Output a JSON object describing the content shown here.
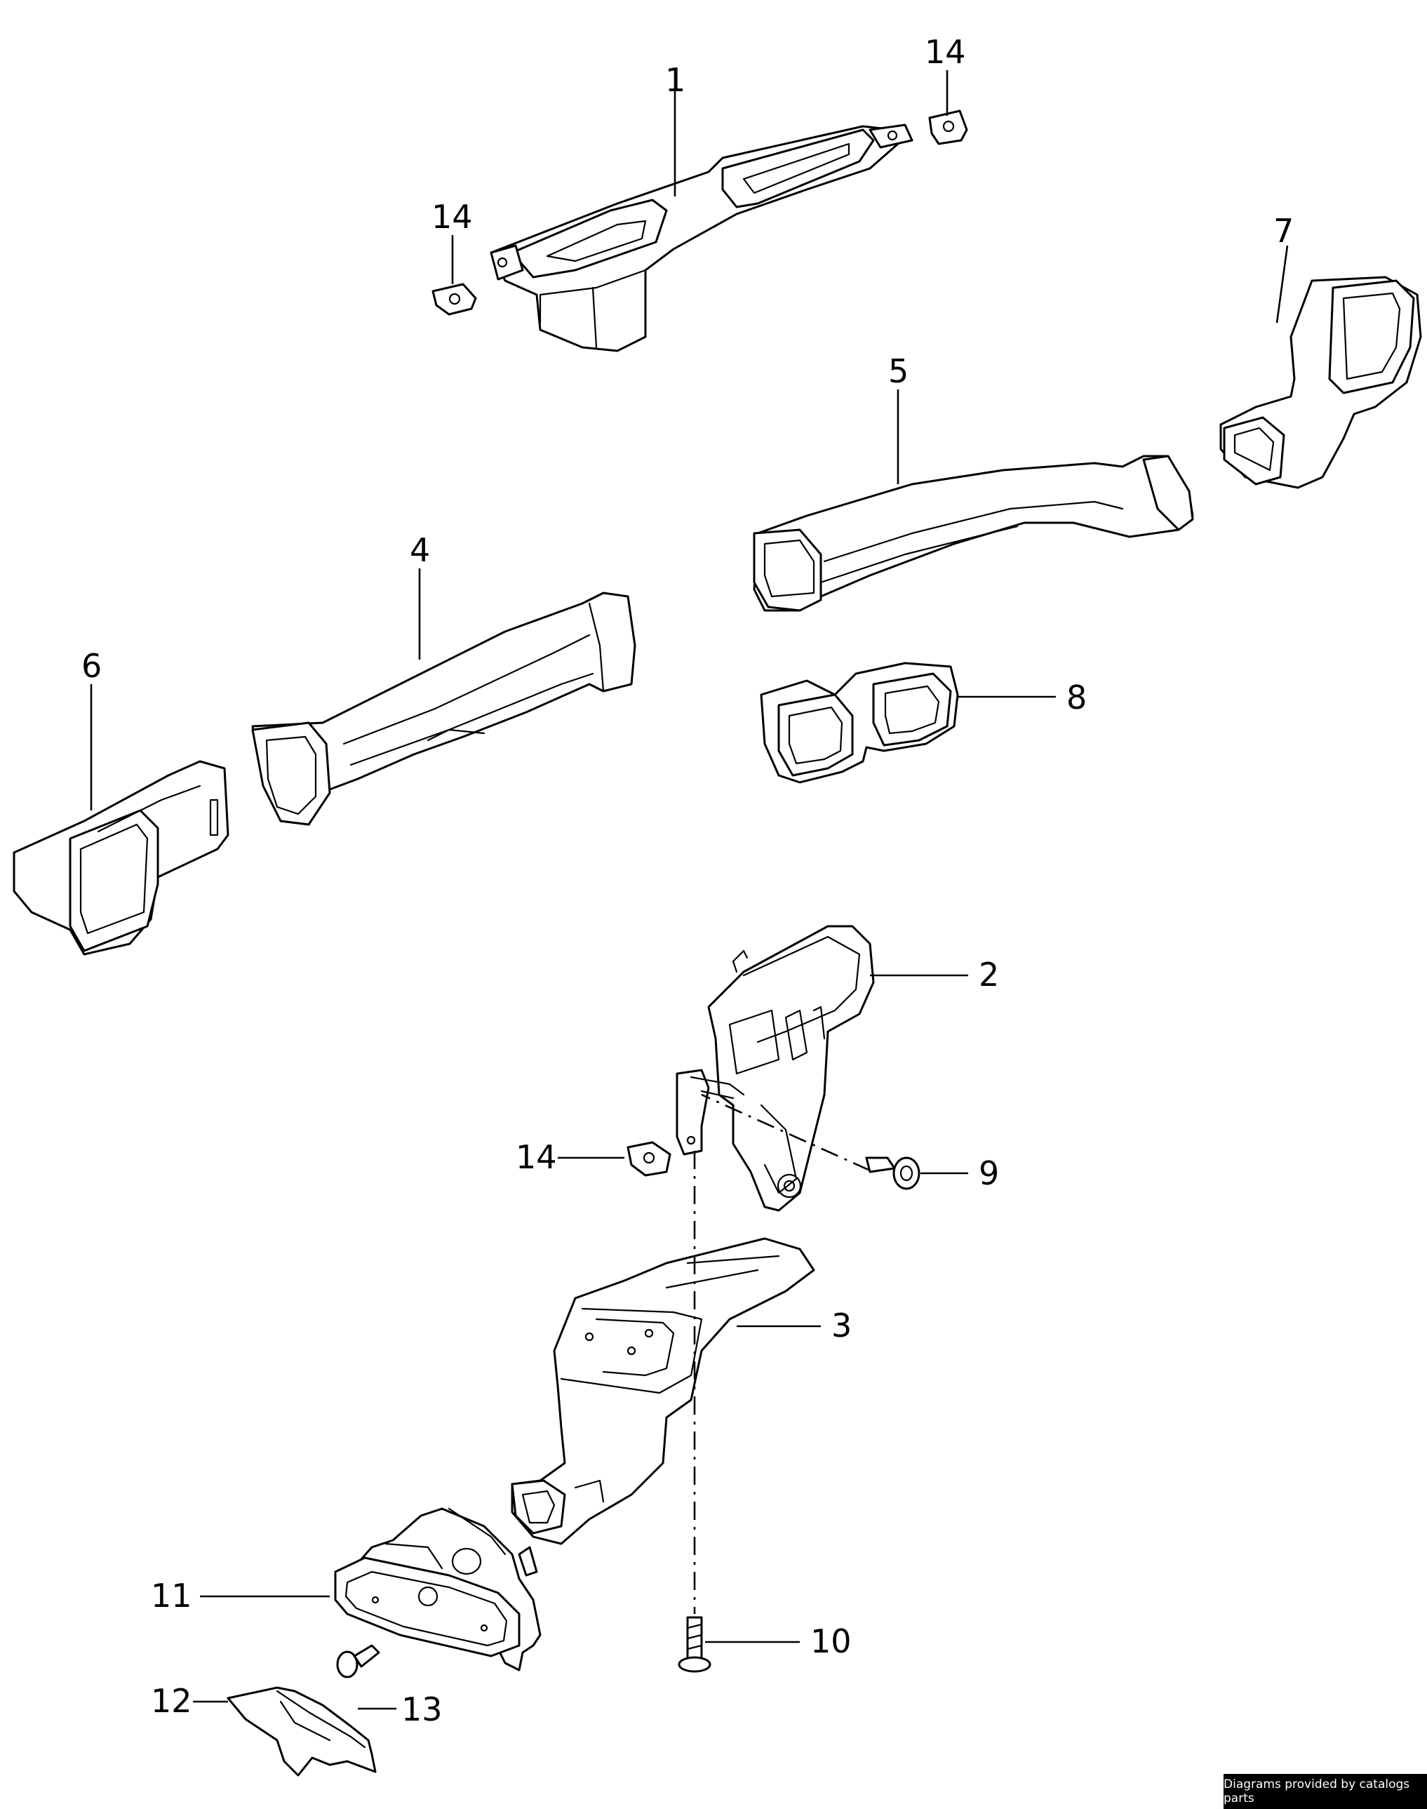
{
  "callouts": {
    "c1": "1",
    "c2": "2",
    "c3": "3",
    "c4": "4",
    "c5": "5",
    "c6": "6",
    "c7": "7",
    "c8": "8",
    "c9": "9",
    "c10": "10",
    "c11": "11",
    "c12": "12",
    "c13": "13",
    "c14a": "14",
    "c14b": "14",
    "c14c": "14"
  },
  "credit": "Diagrams provided by catalogs parts"
}
